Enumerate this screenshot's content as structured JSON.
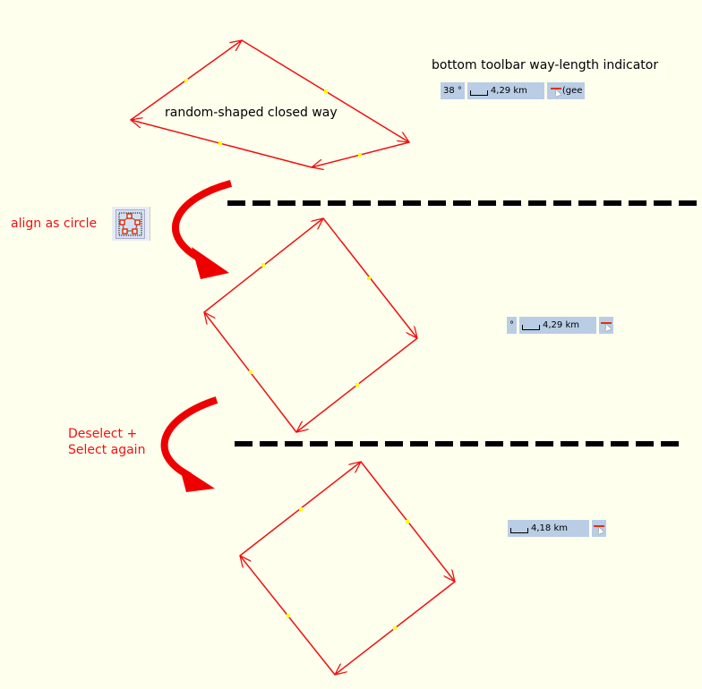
{
  "labels": {
    "shape_caption": "random-shaped closed way",
    "toolbar_caption": "bottom toolbar way-length indicator",
    "step1": "align as circle",
    "step2_line1": "Deselect +",
    "step2_line2": "Select again"
  },
  "toolbars": [
    {
      "angle": "38 °",
      "length": "4,29 km",
      "extra": "(gee"
    },
    {
      "angle": "°",
      "length": "4,29 km"
    },
    {
      "length": "4,18 km"
    }
  ],
  "icons": [
    "align-circle-icon",
    "ruler-icon",
    "way-select-icon"
  ],
  "colors": {
    "background": "#ffffee",
    "way": "#ee1111",
    "midpoint": "#ffff00",
    "toolbar": "#b9cde5"
  }
}
